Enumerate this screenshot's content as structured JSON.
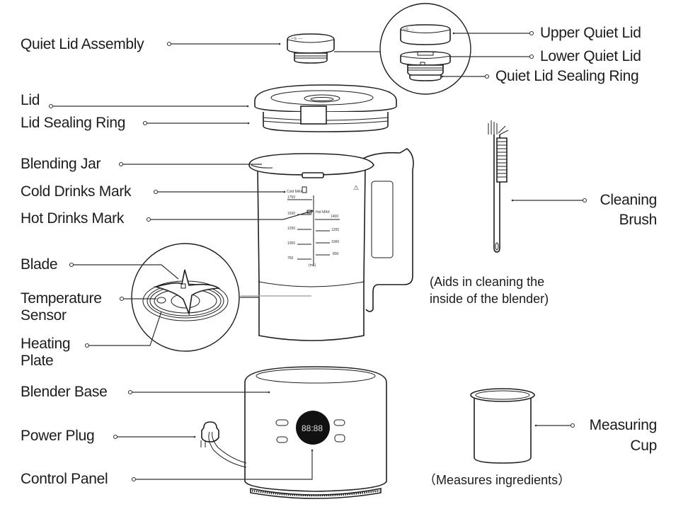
{
  "diagram": {
    "subject": "Blender parts overview",
    "labels": {
      "quiet_lid_assembly": "Quiet Lid Assembly",
      "upper_quiet_lid": "Upper Quiet Lid",
      "lower_quiet_lid": "Lower Quiet Lid",
      "quiet_lid_sealing_ring": "Quiet Lid Sealing Ring",
      "lid": "Lid",
      "lid_sealing_ring": "Lid Sealing Ring",
      "blending_jar": "Blending Jar",
      "cold_drinks_mark": "Cold Drinks Mark",
      "hot_drinks_mark": "Hot Drinks Mark",
      "blade": "Blade",
      "temperature_sensor_1": "Temperature",
      "temperature_sensor_2": "Sensor",
      "heating_plate_1": "Heating",
      "heating_plate_2": "Plate",
      "blender_base": "Blender Base",
      "power_plug": "Power Plug",
      "control_panel": "Control Panel",
      "cleaning_brush_1": "Cleaning",
      "cleaning_brush_2": "Brush",
      "measuring_cup_1": "Measuring",
      "measuring_cup_2": "Cup"
    },
    "notes": {
      "cleaning_brush_1": "(Aids in cleaning the",
      "cleaning_brush_2": "inside of the blender)",
      "measuring_cup": "（Measures ingredients）"
    },
    "jar_markings": {
      "cold_max": "Cold MAX",
      "hot_max": "Hot MAX",
      "unit": "(mL)",
      "cold_scale": [
        "1750",
        "1500",
        "1250",
        "1000",
        "750"
      ],
      "hot_scale": [
        "1400",
        "1200",
        "1000",
        "800"
      ]
    },
    "control_panel_display": "88:88"
  }
}
